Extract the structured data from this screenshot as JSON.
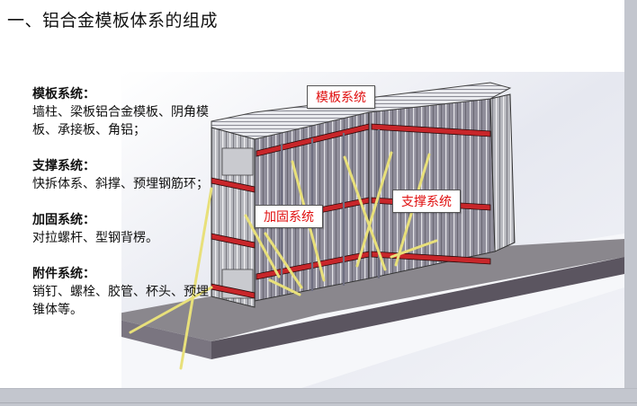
{
  "slide": {
    "title": "一、铝合金模板体系的组成",
    "sections": [
      {
        "title": "模板系统：",
        "body": "墙柱、梁板铝合金模板、阴角模板、承接板、角铝；"
      },
      {
        "title": "支撑系统：",
        "body": "快拆体系、斜撑、预埋钢筋环；"
      },
      {
        "title": "加固系统：",
        "body": "对拉螺杆、型钢背楞。"
      },
      {
        "title": "附件系统：",
        "body": "销钉、螺栓、胶管、杯头、预埋锥体等。"
      }
    ],
    "callouts": {
      "formwork": "模板系统",
      "reinforcement": "加固系统",
      "support": "支撑系统"
    }
  },
  "colors": {
    "callout_text": "#e01010",
    "waler_red": "#c8262a",
    "brace_yellow": "#e8e07a",
    "panel_gray": "#8e8c99",
    "floor_top": "#8a878d",
    "floor_side": "#5b5560"
  }
}
